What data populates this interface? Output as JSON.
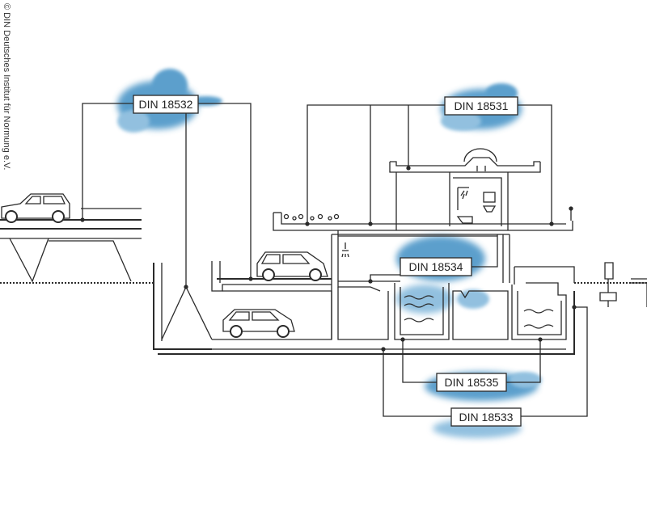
{
  "copyright": "© DIN Deutsches Institut für Normung e.V.",
  "labels": {
    "din_18532": "DIN 18532",
    "din_18531": "DIN 18531",
    "din_18534": "DIN 18534",
    "din_18535": "DIN 18535",
    "din_18533": "DIN 18533"
  },
  "colors": {
    "line": "#2a2a2a",
    "watercolor": "#3f8fc4",
    "watercolor_light": "#7fb6da"
  }
}
